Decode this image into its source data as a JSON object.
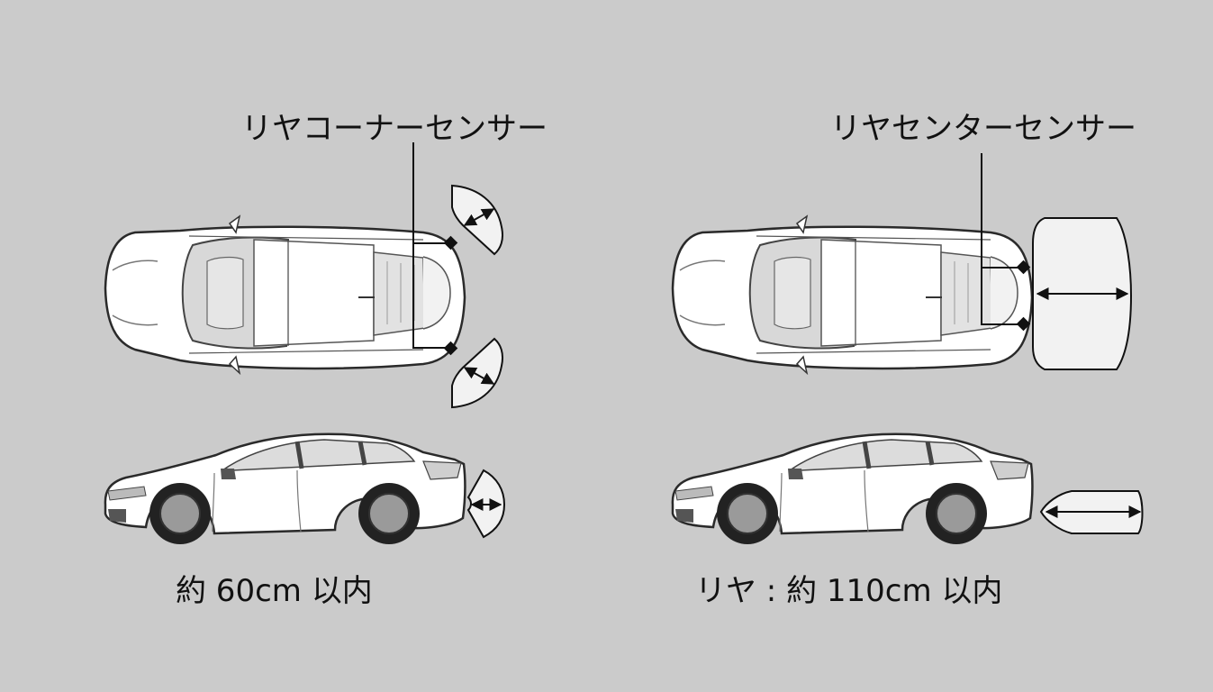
{
  "left_panel": {
    "sensor_label": "リヤコーナーセンサー",
    "range_label": "約 60cm 以内"
  },
  "right_panel": {
    "sensor_label": "リヤセンターセンサー",
    "range_label": "リヤ : 約 110cm 以内"
  },
  "colors": {
    "background": "#cbcbcb",
    "car_body": "#ffffff",
    "car_outline": "#2a2a2a",
    "detection_zone": "#f2f2f2",
    "leader_line": "#111111"
  }
}
